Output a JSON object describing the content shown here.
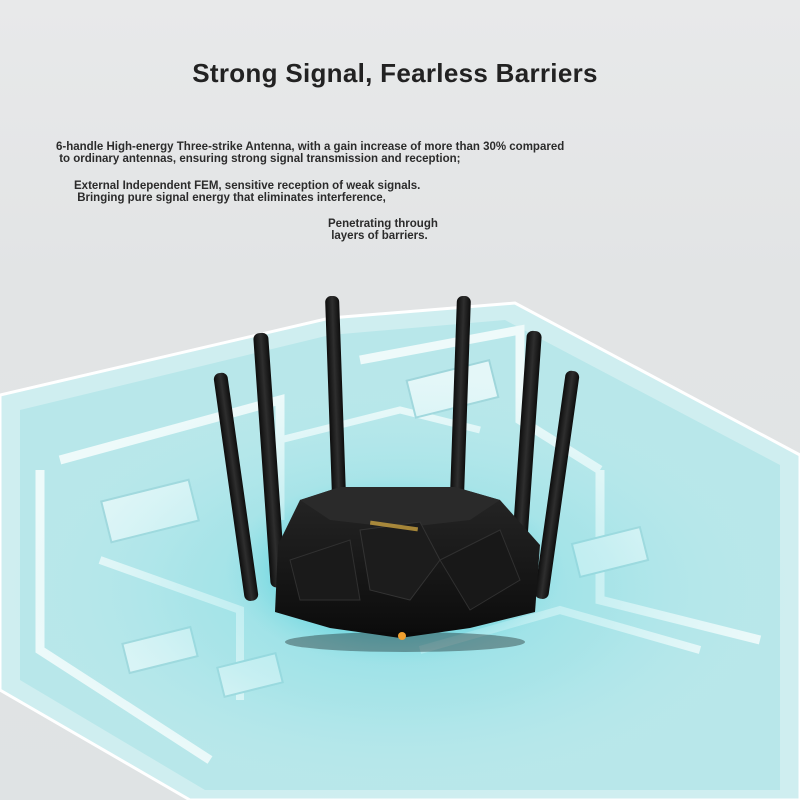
{
  "banner": {
    "headline": "Strong Signal, Fearless Barriers",
    "paragraph_1": "6-handle High-energy Three-strike Antenna, with a gain increase of more than 30% compared\n to ordinary antennas, ensuring strong signal transmission and reception;",
    "paragraph_2": "External Independent FEM, sensitive reception of weak signals.\n Bringing pure signal energy that eliminates interference,",
    "paragraph_3": "Penetrating through\n layers of barriers."
  },
  "colors": {
    "background": "#e3e5e6",
    "headline": "#222222",
    "coverage_glow": "#5fd6e0",
    "floorplan_wall": "#d8f0f2",
    "router_body": "#141414",
    "status_led": "#f0a030"
  },
  "router": {
    "antenna_count": 6
  }
}
